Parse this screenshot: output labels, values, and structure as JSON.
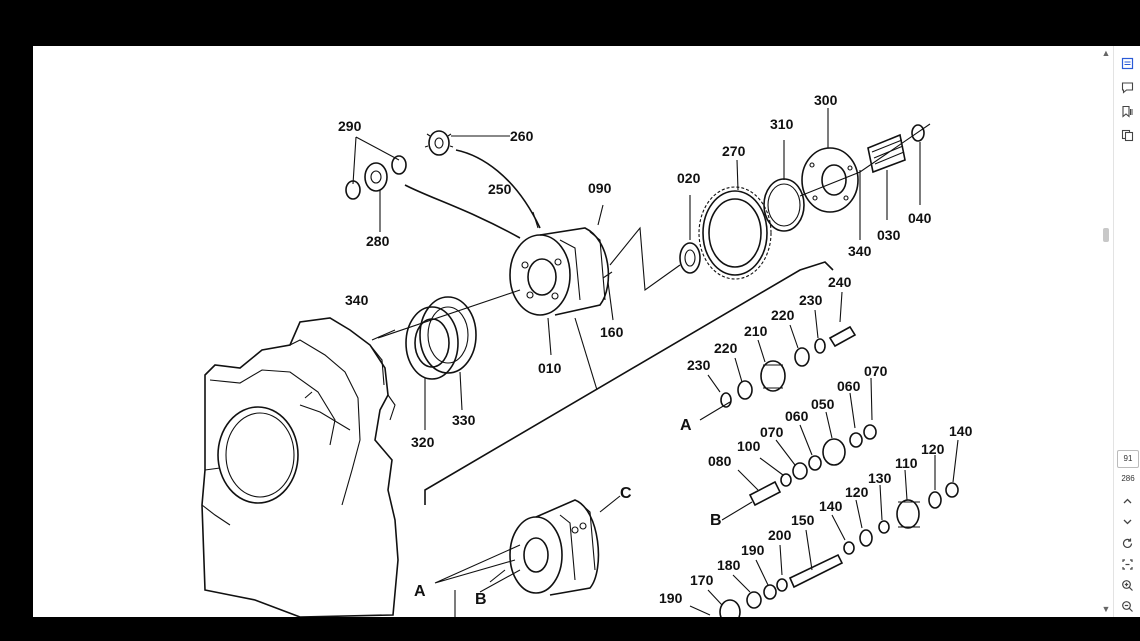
{
  "diagram": {
    "labels": {
      "p290": "290",
      "p260": "260",
      "p280": "280",
      "p250": "250",
      "p090": "090",
      "p020": "020",
      "p270": "270",
      "p310": "310",
      "p300": "300",
      "p030": "030",
      "p040": "040",
      "p340a": "340",
      "p340b": "340",
      "p010": "010",
      "p160": "160",
      "p320": "320",
      "p330": "330",
      "p240": "240",
      "p230a": "230",
      "p220a": "220",
      "p210": "210",
      "p220b": "220",
      "p230b": "230",
      "p060a": "060",
      "p070a": "070",
      "p050": "050",
      "p060b": "060",
      "p070b": "070",
      "p100": "100",
      "p080": "080",
      "p140a": "140",
      "p120a": "120",
      "p110": "110",
      "p130": "130",
      "p120b": "120",
      "p140b": "140",
      "p150": "150",
      "p200": "200",
      "p190a": "190",
      "p180": "180",
      "p170": "170",
      "p190b": "190",
      "refA1": "A",
      "refB1": "B",
      "refC": "C",
      "refA2": "A",
      "refB2": "B"
    }
  },
  "toolbar": {
    "icons": [
      "pdf-info-icon",
      "comment-icon",
      "bookmark-icon",
      "copy-icon"
    ],
    "page_current": "91",
    "page_total": "286",
    "bottom_icons": [
      "chevron-up-icon",
      "chevron-down-icon",
      "rotate-icon",
      "fit-page-icon",
      "zoom-in-icon",
      "zoom-out-icon"
    ]
  },
  "scrollbar": {
    "position": 0.24
  }
}
